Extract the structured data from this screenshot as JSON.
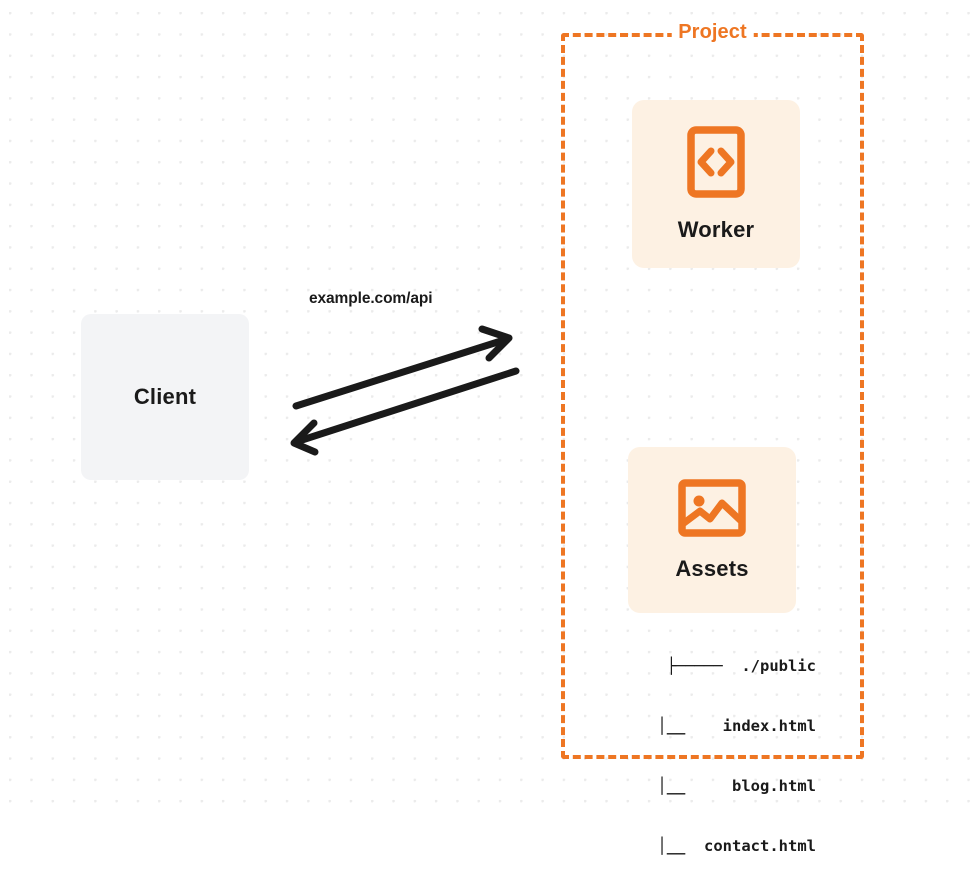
{
  "diagram": {
    "title": "Project",
    "background": "dot-grid",
    "accent_color": "#ee7623",
    "card_bg_color": "#fdf1e3",
    "client_bg_color": "#f3f4f6",
    "text_color": "#1a1a1a"
  },
  "client": {
    "label": "Client"
  },
  "connection": {
    "label": "example.com/api",
    "request_direction": "client-to-project",
    "response_direction": "project-to-client"
  },
  "project": {
    "label": "Project",
    "services": [
      {
        "label": "Worker",
        "icon": "code-brackets-icon"
      },
      {
        "label": "Assets",
        "icon": "image-icon"
      }
    ]
  },
  "file_tree": {
    "rows": [
      {
        "connector": "├─────",
        "name": "./public"
      },
      {
        "connector": "│__",
        "name": "index.html"
      },
      {
        "connector": "│__",
        "name": "blog.html"
      },
      {
        "connector": "│__",
        "name": "contact.html"
      }
    ],
    "lines": [
      "├─────  ./public",
      "    │__    index.html",
      "    │__     blog.html",
      "    │__  contact.html"
    ]
  }
}
